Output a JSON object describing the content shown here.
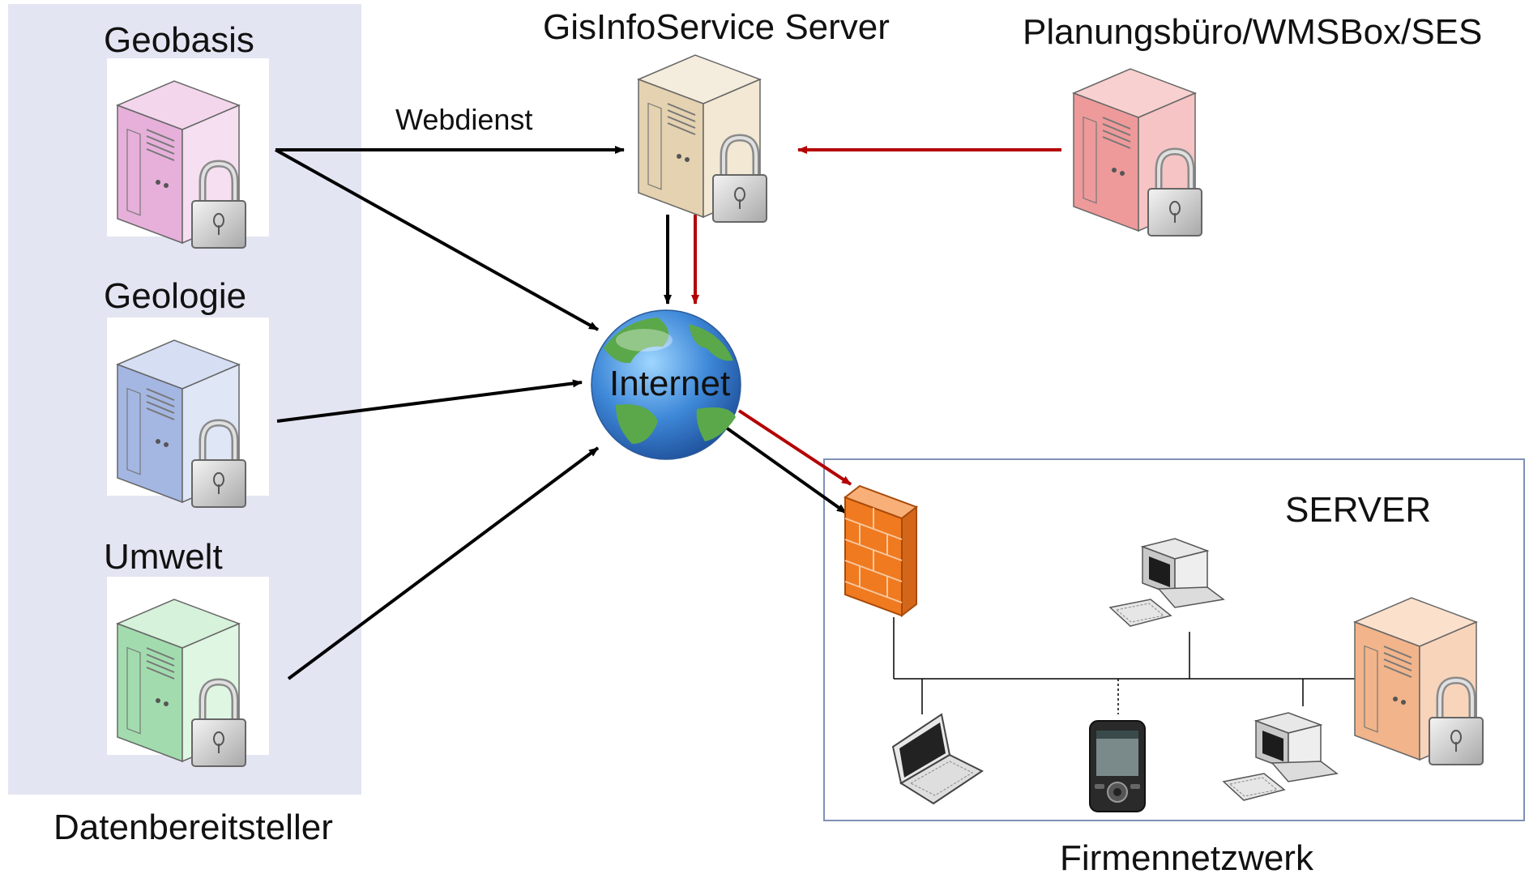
{
  "labels": {
    "geobasis": "Geobasis",
    "geologie": "Geologie",
    "umwelt": "Umwelt",
    "datenbereitsteller": "Datenbereitsteller",
    "gisinfo_server": "GisInfoService Server",
    "planungsbuero": "Planungsbüro/WMSBox/SES",
    "webdienst": "Webdienst",
    "internet": "Internet",
    "server": "SERVER",
    "firmennetzwerk": "Firmennetzwerk"
  },
  "colors": {
    "panel_bg": "#e4e5f2",
    "network_border": "#7f90b8",
    "arrow_black": "#000000",
    "arrow_red": "#b40000",
    "server_pink": "#e8b4dc",
    "server_blue": "#a8b8e0",
    "server_green": "#a8dcb0",
    "server_tan": "#e6d6b6",
    "server_red": "#f0a0a0",
    "server_orange": "#f4b890",
    "firewall": "#f07a20"
  },
  "icons": [
    "server-lock-icon",
    "globe-icon",
    "firewall-icon",
    "desktop-computer-icon",
    "laptop-icon",
    "pda-phone-icon"
  ]
}
